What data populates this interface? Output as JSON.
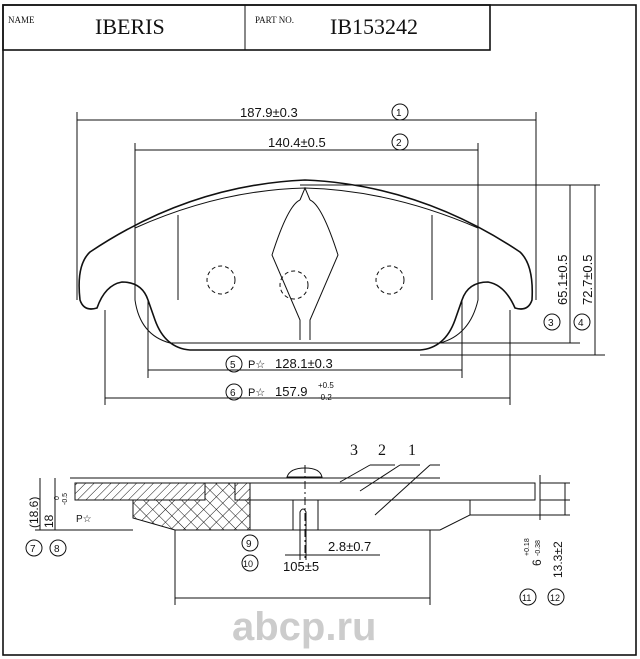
{
  "header": {
    "name_label": "NAME",
    "name_value": "IBERIS",
    "part_label": "PART NO.",
    "part_value": "IB153242"
  },
  "dimensions": {
    "d1": {
      "ref": "1",
      "value": "187.9±0.3"
    },
    "d2": {
      "ref": "2",
      "value": "140.4±0.5"
    },
    "d3": {
      "ref": "3",
      "value": "65.1±0.5"
    },
    "d4": {
      "ref": "4",
      "value": "72.7±0.5"
    },
    "d5": {
      "ref": "5",
      "prefix": "P☆",
      "value": "128.1±0.3"
    },
    "d6": {
      "ref": "6",
      "prefix": "P☆",
      "value": "157.9",
      "tol_upper": "+0.5",
      "tol_lower": "-0.2"
    },
    "d7": {
      "ref": "7",
      "value": "(18.6)"
    },
    "d8": {
      "ref": "8",
      "value": "18",
      "tol_upper": "0",
      "tol_lower": "-0.5",
      "prefix": "P☆"
    },
    "d9": {
      "ref": "9",
      "value": "2.8±0.7"
    },
    "d10": {
      "ref": "10",
      "value": "105±5"
    },
    "d11": {
      "ref": "11",
      "value": "6",
      "tol_upper": "+0.18",
      "tol_lower": "-0.38"
    },
    "d12": {
      "ref": "12",
      "value": "13.3±2"
    }
  },
  "parts": [
    "3",
    "2",
    "1"
  ],
  "watermark": "abcp.ru"
}
